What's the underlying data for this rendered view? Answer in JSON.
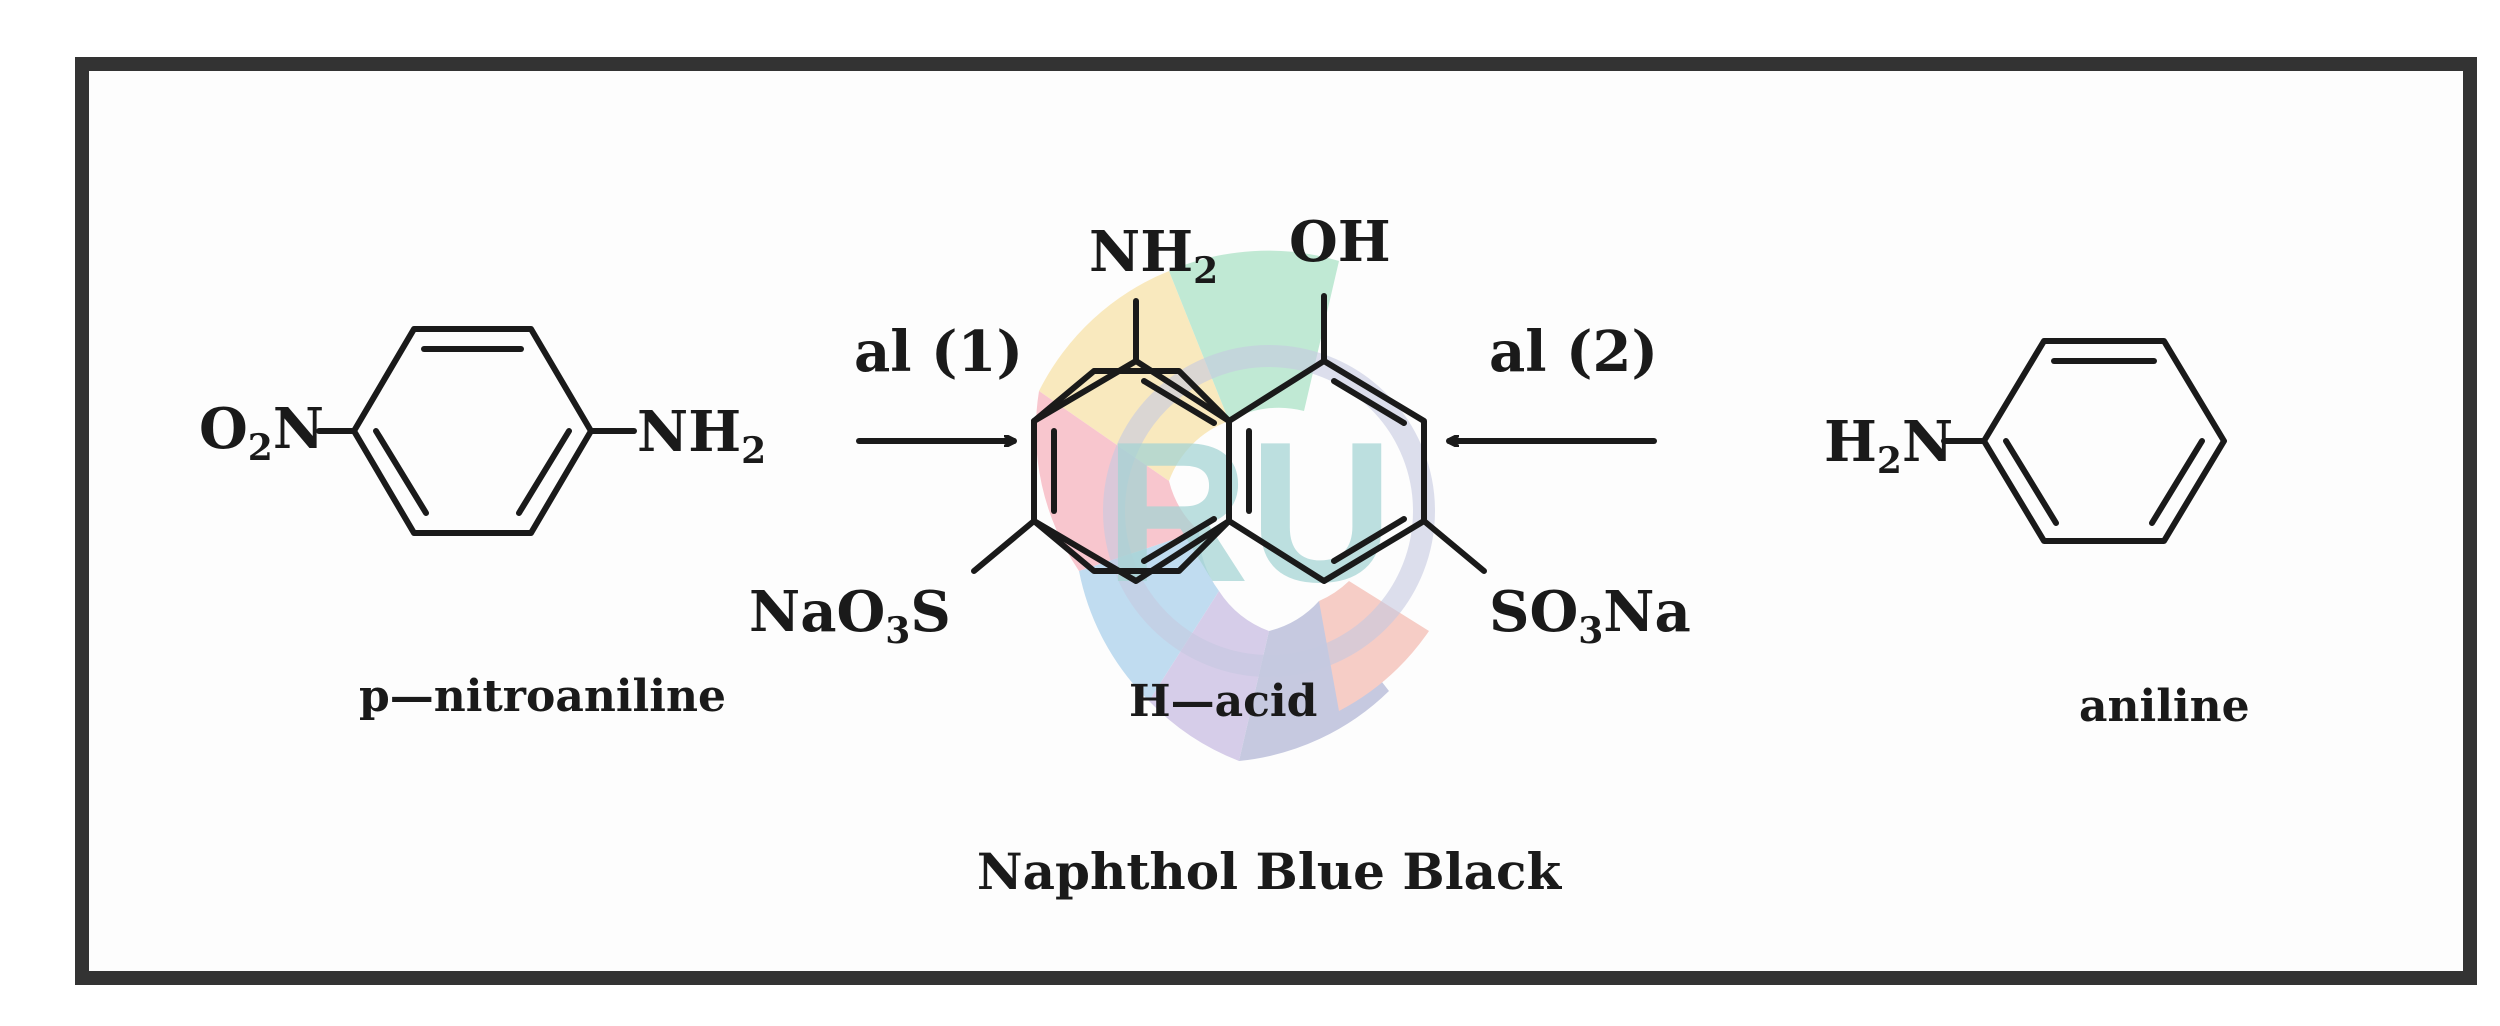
{
  "diagram": {
    "nitroaniline": {
      "left_group_main": "O",
      "left_group_sub": "2",
      "left_group_tail": "N",
      "right_group_main": "NH",
      "right_group_sub": "2",
      "caption": "p—nitroaniline"
    },
    "h_acid": {
      "top_left_main": "NH",
      "top_left_sub": "2",
      "top_right": "OH",
      "bottom_left_main": "NaO",
      "bottom_left_sub": "3",
      "bottom_left_tail": "S",
      "bottom_right_main": "SO",
      "bottom_right_sub": "3",
      "bottom_right_tail": "Na",
      "caption": "H—acid"
    },
    "aniline": {
      "group_main": "H",
      "group_sub": "2",
      "group_tail": "N",
      "caption": "aniline"
    },
    "arrows": {
      "left_label": "al (1)",
      "right_label": "al (2)"
    },
    "title": "Naphthol Blue Black",
    "watermark": {
      "text": "RU",
      "colors": [
        "#f7d98c",
        "#8fd9b3",
        "#f59aa8",
        "#8fc2e6",
        "#b7a6d9",
        "#f2a69a",
        "#9aa0c9"
      ]
    }
  }
}
